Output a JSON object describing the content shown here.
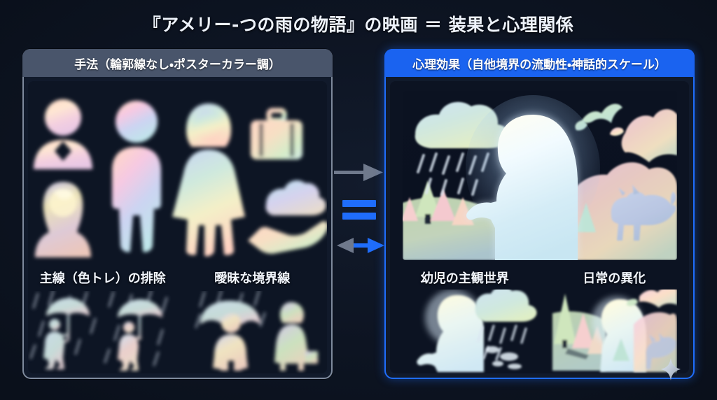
{
  "title": "『アメリー‐つの雨の物語』の映画 ＝ 装果と心理関係",
  "colors": {
    "background": "#0c1320",
    "panel_fill": "#0d1524",
    "left_header_bg": "#49556b",
    "left_border": "#7f8b9e",
    "right_header_bg": "#1a63f0",
    "right_border": "#1f6dfb",
    "accent_blue": "#1f6dfb",
    "arrow_gray": "#70798c",
    "text": "#f2f6fd"
  },
  "left_panel": {
    "header": "手法（輪郭線なし・ポスターカラー調）",
    "captions": [
      "主線（色トレ）の排除",
      "曖昧な境界線"
    ],
    "icons": [
      "person-bust-icon",
      "standing-man-icon",
      "standing-woman-icon",
      "suitcase-icon",
      "long-hair-girl-icon",
      "hand-holding-cloud-icon"
    ],
    "bottom_icons": [
      "walking-umbrella-person-icon",
      "walking-umbrella-child-icon",
      "child-under-umbrella-icon",
      "standing-child-with-bag-icon"
    ]
  },
  "right_panel": {
    "header": "心理効果（自他境界の流動性・神話的スケール）",
    "captions": [
      "幼児の主観世界",
      "日常の異化"
    ],
    "main_scene": "child-reaching-with-rain-and-dragons-scene",
    "bottom_scenes": [
      "child-with-raincloud-scene",
      "child-with-forest-and-creatures-scene"
    ]
  },
  "connector": {
    "top_arrow": "arrow-right-gray-icon",
    "middle_symbol": "equals-sign-blue-icon",
    "bottom_arrow_left": "arrow-left-gray-icon",
    "bottom_arrow_right": "arrow-right-blue-icon"
  },
  "decoration": {
    "sparkle": "sparkle-diamond-icon"
  }
}
